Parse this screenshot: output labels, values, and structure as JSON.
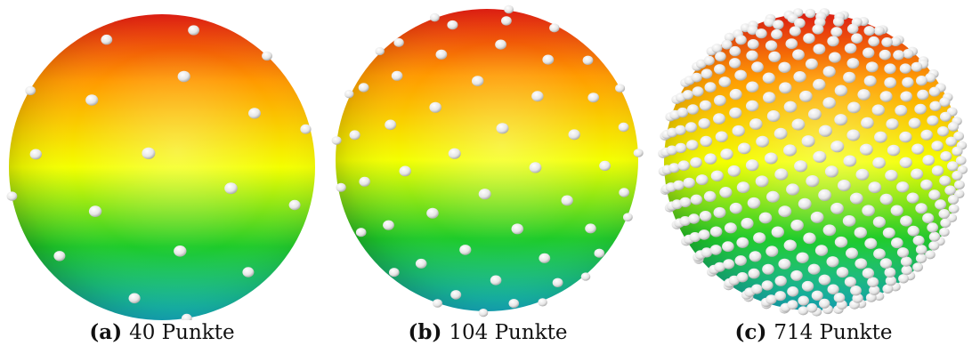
{
  "panels": [
    {
      "id": "a",
      "label": "(a)",
      "text": "40 Punkte",
      "points": 40
    },
    {
      "id": "b",
      "label": "(b)",
      "text": "104 Punkte",
      "points": 104
    },
    {
      "id": "c",
      "label": "(c)",
      "text": "714 Punkte",
      "points": 714
    }
  ],
  "colors": {
    "top": "#e21a0e",
    "upper": "#ff9a00",
    "middle": "#f4ff00",
    "lower": "#1ecb2a",
    "bottom": "#16b6c8",
    "point": "#e6e6e6"
  }
}
